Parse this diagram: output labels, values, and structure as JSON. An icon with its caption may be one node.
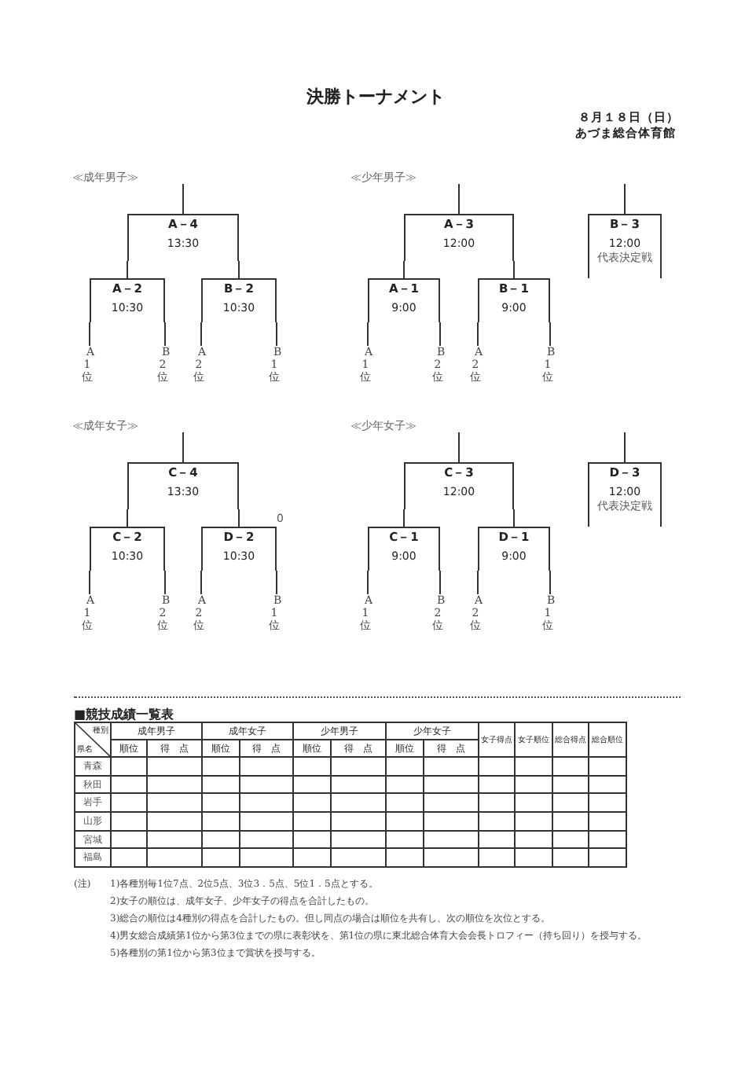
{
  "diagram": {
    "title": "決勝トーナメント",
    "nodes": [
      {
        "text": [
          "A－4",
          "13:30"
        ]
      },
      {
        "text": [
          "A－3",
          "12:00"
        ]
      },
      {
        "text": [
          "B－3",
          "12:00",
          "代表決定戦"
        ]
      },
      {
        "text": [
          "A－2",
          "10:30"
        ]
      },
      {
        "text": [
          "B－2",
          "10:30"
        ]
      },
      {
        "text": [
          "A－1",
          "9:00"
        ]
      },
      {
        "text": [
          "B－1",
          "9:00"
        ]
      },
      {
        "text": [
          "A1位"
        ]
      },
      {
        "text": [
          "B2位"
        ]
      },
      {
        "text": [
          "A2位"
        ]
      },
      {
        "text": [
          "B1位"
        ]
      },
      {
        "text": [
          "A1位"
        ]
      },
      {
        "text": [
          "B2位"
        ]
      },
      {
        "text": [
          "A2位"
        ]
      },
      {
        "text": [
          "B1位"
        ]
      },
      {
        "text": [
          "C－4",
          "13:30"
        ]
      },
      {
        "text": [
          "C－3",
          "12:00"
        ]
      },
      {
        "text": [
          "D－3",
          "12:00",
          "代表決定戦"
        ]
      },
      {
        "text": [
          "C－2",
          "10:30"
        ]
      },
      {
        "text": [
          "D－2",
          "10:30"
        ]
      },
      {
        "text": [
          "C－1",
          "9:00"
        ]
      },
      {
        "text": [
          "D－1",
          "9:00"
        ]
      },
      {
        "text": [
          "A1位"
        ]
      },
      {
        "text": [
          "B2位"
        ]
      },
      {
        "text": [
          "A2位"
        ]
      },
      {
        "text": [
          "B1位"
        ]
      },
      {
        "text": [
          "A1位"
        ]
      },
      {
        "text": [
          "B2位"
        ]
      },
      {
        "text": [
          "A2位"
        ]
      },
      {
        "text": [
          "B1位"
        ]
      }
    ],
    "edges": [
      {
        "from": 7,
        "to": 3,
        "arrow": "none"
      },
      {
        "from": 8,
        "to": 3,
        "arrow": "none"
      },
      {
        "from": 9,
        "to": 4,
        "arrow": "none"
      },
      {
        "from": 10,
        "to": 4,
        "arrow": "none"
      },
      {
        "from": 11,
        "to": 5,
        "arrow": "none"
      },
      {
        "from": 12,
        "to": 5,
        "arrow": "none"
      },
      {
        "from": 13,
        "to": 6,
        "arrow": "none"
      },
      {
        "from": 14,
        "to": 6,
        "arrow": "none"
      },
      {
        "from": 3,
        "to": 0,
        "arrow": "none"
      },
      {
        "from": 4,
        "to": 0,
        "arrow": "none"
      },
      {
        "from": 5,
        "to": 1,
        "arrow": "none"
      },
      {
        "from": 6,
        "to": 1,
        "arrow": "none"
      },
      {
        "from": 0,
        "to": null,
        "arrow": "none"
      },
      {
        "from": 1,
        "to": null,
        "arrow": "none"
      },
      {
        "from": 2,
        "to": null,
        "arrow": "none"
      },
      {
        "from": 22,
        "to": 18,
        "arrow": "none"
      },
      {
        "from": 23,
        "to": 18,
        "arrow": "none"
      },
      {
        "from": 24,
        "to": 19,
        "arrow": "none"
      },
      {
        "from": 25,
        "to": 19,
        "arrow": "none"
      },
      {
        "from": 26,
        "to": 20,
        "arrow": "none"
      },
      {
        "from": 27,
        "to": 20,
        "arrow": "none"
      },
      {
        "from": 28,
        "to": 21,
        "arrow": "none"
      },
      {
        "from": 29,
        "to": 21,
        "arrow": "none"
      },
      {
        "from": 18,
        "to": 15,
        "arrow": "none"
      },
      {
        "from": 19,
        "to": 15,
        "arrow": "none"
      },
      {
        "from": 20,
        "to": 16,
        "arrow": "none"
      },
      {
        "from": 21,
        "to": 16,
        "arrow": "none"
      },
      {
        "from": 15,
        "to": null,
        "arrow": "none"
      },
      {
        "from": 16,
        "to": null,
        "arrow": "none"
      },
      {
        "from": 17,
        "to": null,
        "arrow": "none"
      }
    ],
    "labels": [
      "８月１８日（日）",
      "あづま総合体育館",
      "≪成年男子≫",
      "≪少年男子≫",
      "≪成年女子≫",
      "≪少年女子≫",
      "0",
      "■競技成績一覧表",
      "種別",
      "成年男子",
      "成年女子",
      "少年男子",
      "少年女子",
      "女子得点",
      "女子順位",
      "総合得点",
      "総合順位",
      "県名",
      "順位",
      "得　点",
      "順位",
      "得　点",
      "順位",
      "得　点",
      "順位",
      "得　点",
      "青森",
      "秋田",
      "岩手",
      "山形",
      "宮城",
      "福島",
      "(注)",
      "1)各種別毎1位7点、2位5点、3位3．5点、5位1．5点とする。",
      "2)女子の順位は、成年女子、少年女子の得点を合計したもの。",
      "3)総合の順位は4種別の得点を合計したもの。但し同点の場合は順位を共有し、次の順位を次位とする。",
      "4)男女総合成績第1位から第3位までの県に表彰状を、第1位の県に東北総合体育大会会長トロフィー（持ち回り）を授与する。",
      "5)各種別の第1位から第3位まで賞状を授与する。"
    ]
  }
}
